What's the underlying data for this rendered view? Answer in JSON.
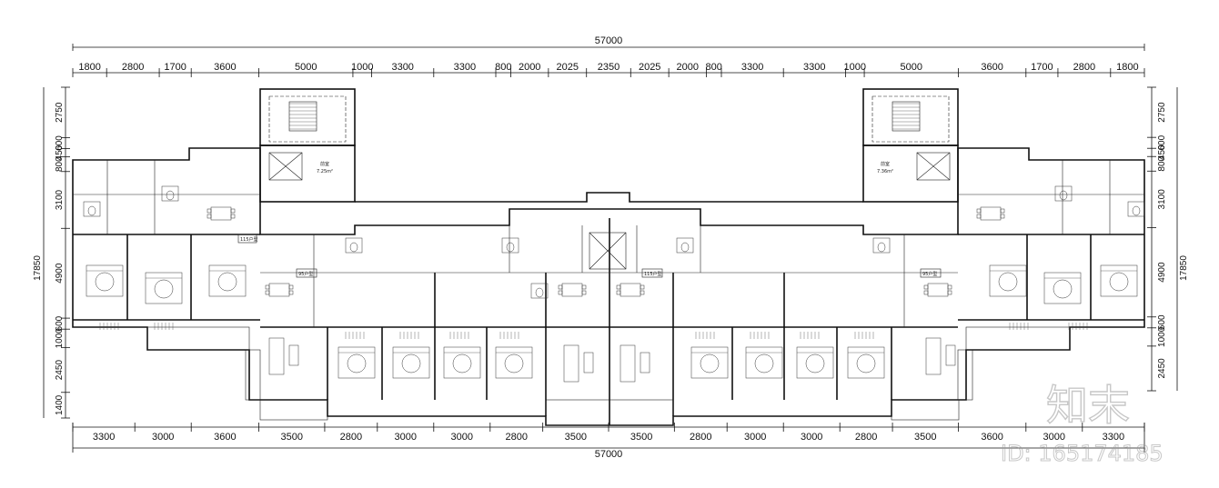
{
  "drawing": {
    "top_total": "57000",
    "bottom_total": "57000",
    "top_segments": [
      "1800",
      "2800",
      "1700",
      "3600",
      "5000",
      "1000",
      "3300",
      "3300",
      "800",
      "2000",
      "2025",
      "2350",
      "2025",
      "2000",
      "800",
      "3300",
      "3300",
      "1000",
      "5000",
      "3600",
      "1700",
      "2800",
      "1800"
    ],
    "bottom_segments": [
      "3300",
      "3000",
      "3600",
      "3500",
      "2800",
      "3000",
      "3000",
      "2800",
      "3500",
      "3500",
      "2800",
      "3000",
      "3000",
      "2800",
      "3500",
      "3600",
      "3000",
      "3300"
    ],
    "left_segments": [
      "2750",
      "600",
      "450",
      "800",
      "3100",
      "4900",
      "600",
      "1000",
      "2450",
      "1400"
    ],
    "right_segments": [
      "2750",
      "600",
      "450",
      "800",
      "3100",
      "4900",
      "600",
      "1000",
      "2450"
    ],
    "left_total": "17850",
    "right_total": "17850",
    "room_labels": {
      "hall_left": "前室",
      "hall_left_area": "7.25m²",
      "hall_right": "前室",
      "hall_right_area": "7.36m²",
      "unit_type_a": "95户型",
      "unit_type_b": "115户型"
    }
  },
  "watermark": {
    "logo_text": "知末",
    "id_text": "ID: 165174185"
  }
}
